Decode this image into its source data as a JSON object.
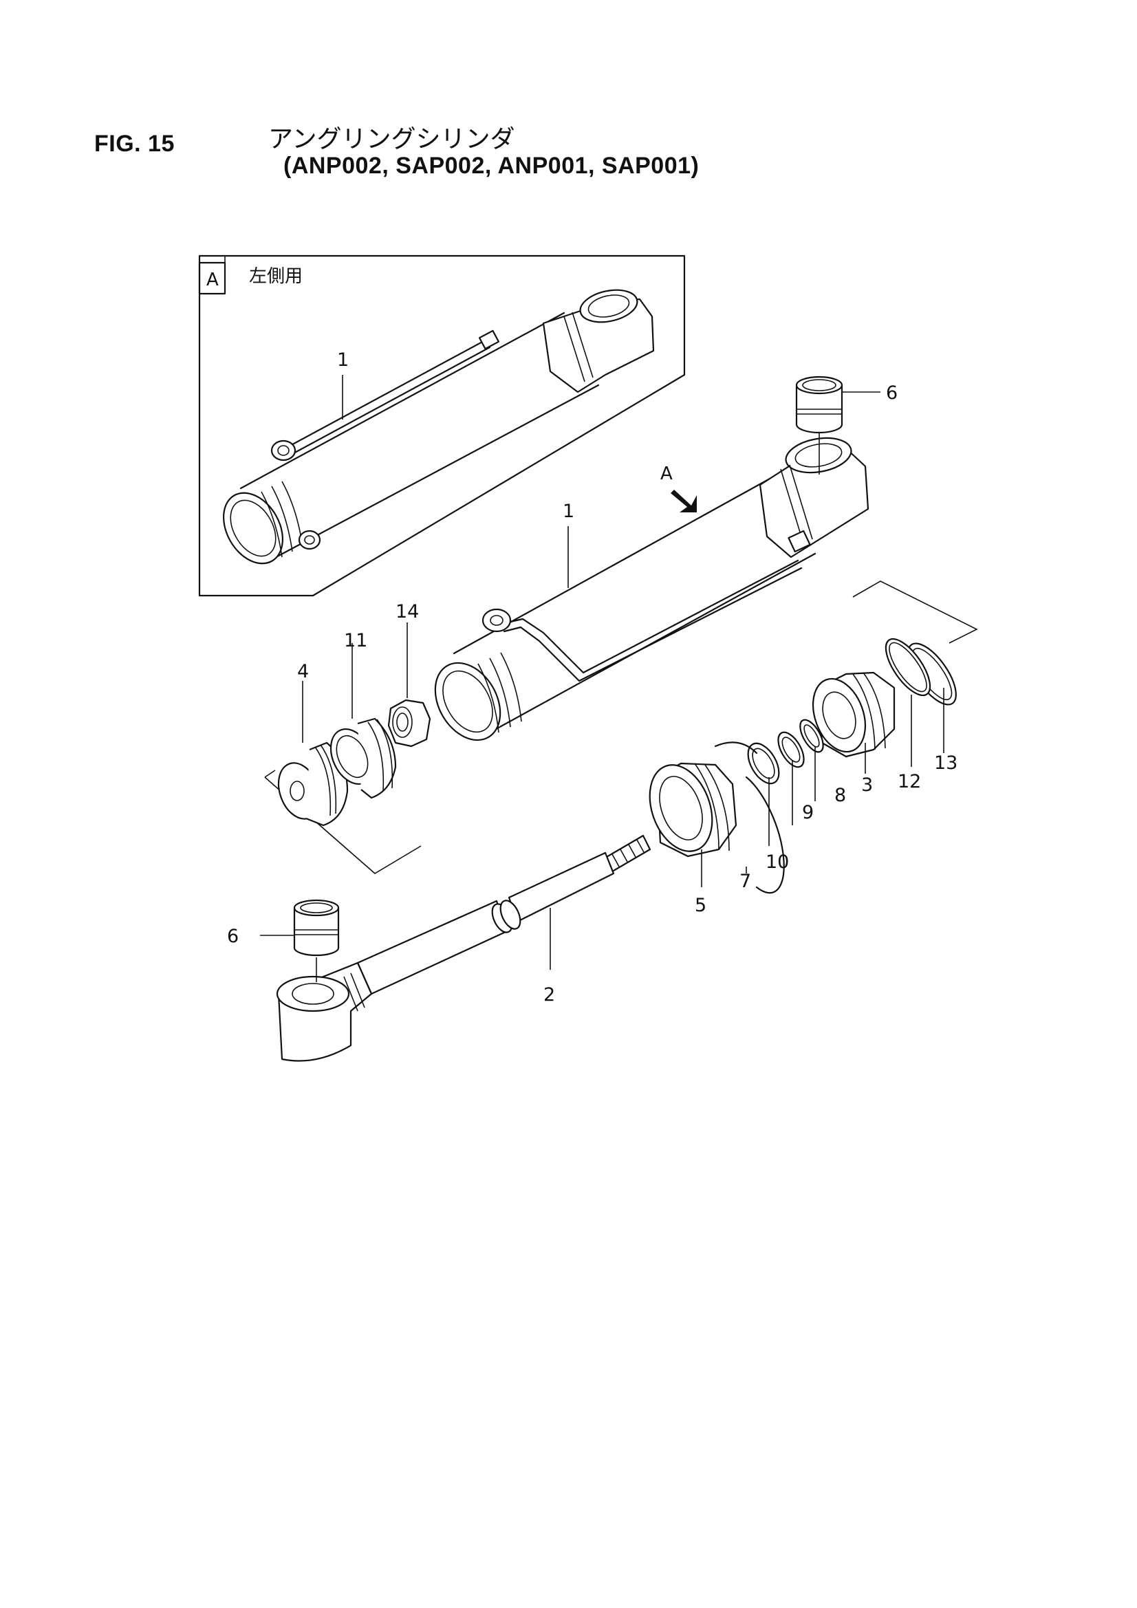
{
  "header": {
    "fig_label": "FIG. 15",
    "title_jp": "アングリングシリンダ",
    "models": "(ANP002, SAP002, ANP001, SAP001)"
  },
  "inset": {
    "tag": "A",
    "caption": "左側用",
    "callouts": [
      "1"
    ]
  },
  "view_marker": "A",
  "callouts": [
    "1",
    "2",
    "3",
    "4",
    "5",
    "6",
    "6",
    "7",
    "8",
    "9",
    "10",
    "11",
    "12",
    "13",
    "14"
  ]
}
